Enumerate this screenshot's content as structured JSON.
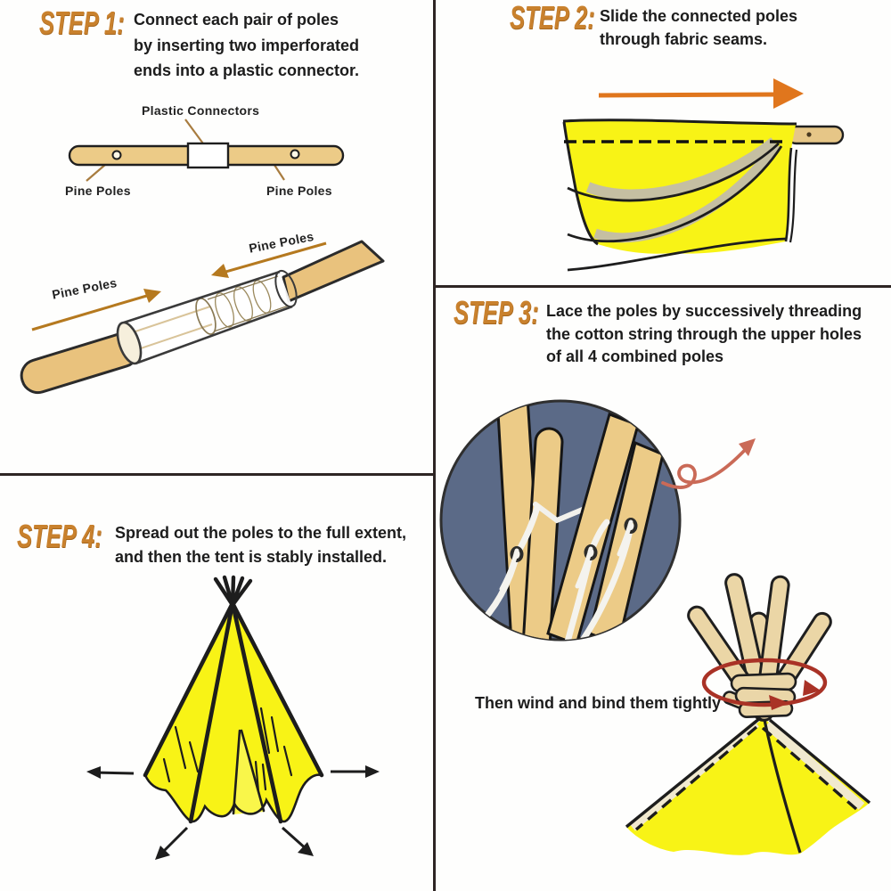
{
  "sheet": {
    "background": "#fefefd",
    "accent_color": "#c9812d",
    "text_color": "#1c1c1c",
    "pole_color": "#eccb87",
    "fabric_yellow": "#f8f316",
    "shade_grey": "#c5bfa2",
    "circle_slate": "#5b6a87",
    "arrow_orange": "#e0761d",
    "arrow_brown": "#b5791f",
    "wind_red": "#a93226",
    "string_red": "#ca6a57"
  },
  "step1": {
    "label": "STEP 1:",
    "lines": [
      "Connect each pair of poles",
      "by inserting two imperforated",
      "ends into a plastic connector."
    ],
    "connector_label": "Plastic Connectors",
    "pole_label_left": "Pine Poles",
    "pole_label_right": "Pine Poles",
    "slide_label_left": "Pine Poles",
    "slide_label_right": "Pine Poles"
  },
  "step2": {
    "label": "STEP 2:",
    "lines": [
      "Slide the connected poles",
      "through fabric seams."
    ]
  },
  "step3": {
    "label": "STEP 3:",
    "lines": [
      "Lace the poles by successively threading",
      "the cotton string through the upper holes",
      "of all 4 combined poles"
    ]
  },
  "step4": {
    "label": "STEP 4:",
    "lines": [
      "Spread out the poles to the full extent,",
      "and then the tent is stably installed."
    ]
  },
  "bind": {
    "note": "Then wind and bind them tightly"
  }
}
